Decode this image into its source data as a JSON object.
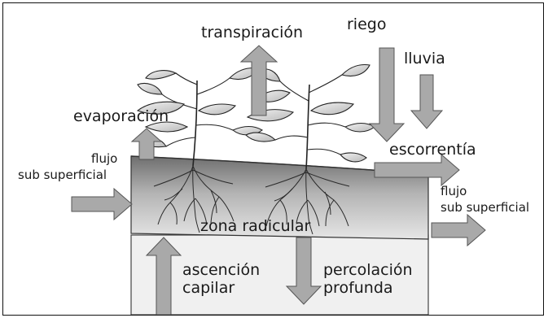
{
  "labels": {
    "transpiracion": "transpiración",
    "riego": "riego",
    "lluvia": "lluvia",
    "evaporacion": "evaporación",
    "escorrentia": "escorrentía",
    "flujo_left": "flujo",
    "sub_superficial_left": "sub superficial",
    "flujo_right": "flujo",
    "sub_superficial_right": "sub superficial",
    "zona_radicular": "zona radicular",
    "ascencion": "ascención",
    "capilar": "capilar",
    "percolacion": "percolación",
    "profunda": "profunda"
  },
  "colors": {
    "arrow_fill": "#a9a9a9",
    "soil_top": "#6e6e6e",
    "soil_bottom": "#e0e0e0",
    "subsoil": "#efefef",
    "leaf": "#d8d8d8",
    "outline": "#222222"
  }
}
